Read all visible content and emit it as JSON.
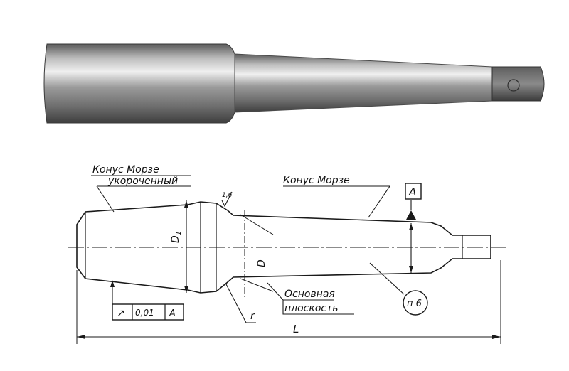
{
  "drawing": {
    "callout_morse_short_line1": "Конус Морзе",
    "callout_morse_short_line2": "укороченный",
    "callout_morse": "Конус Морзе",
    "datum_letter": "A",
    "roughness_value": "1,6",
    "dim_d1": "D",
    "dim_d1_sub": "1",
    "dim_d": "D",
    "callout_base_plane_line1": "Основная",
    "callout_base_plane_line2": "плоскость",
    "radius_label": "r",
    "tolerance_symbol": "↗",
    "tolerance_value": "0,01",
    "tolerance_datum": "A",
    "fit_label": "п 6",
    "length_label": "L"
  },
  "colors": {
    "line": "#1a1a1a",
    "metal_dark": "#4a4a4a",
    "metal_light": "#e6e6e6"
  }
}
